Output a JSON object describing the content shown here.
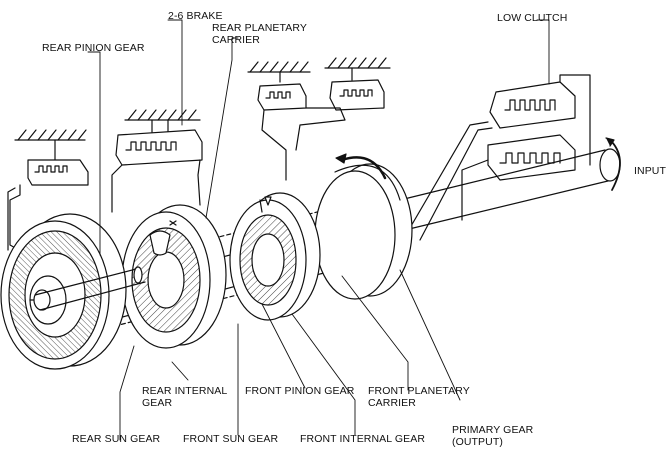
{
  "diagram": {
    "labels": {
      "brake_26": "2-6 BRAKE",
      "rear_pinion_gear": "REAR PINION GEAR",
      "rear_planetary_carrier_1": "REAR PLANETARY",
      "rear_planetary_carrier_2": "CARRIER",
      "low_clutch": "LOW CLUTCH",
      "input": "INPUT",
      "rear_internal_gear_1": "REAR INTERNAL",
      "rear_internal_gear_2": "GEAR",
      "front_pinion_gear": "FRONT PINION GEAR",
      "front_planetary_carrier_1": "FRONT PLANETARY",
      "front_planetary_carrier_2": "CARRIER",
      "rear_sun_gear": "REAR SUN GEAR",
      "front_sun_gear": "FRONT SUN GEAR",
      "front_internal_gear": "FRONT INTERNAL GEAR",
      "primary_gear_1": "PRIMARY GEAR",
      "primary_gear_2": "(OUTPUT)"
    },
    "colors": {
      "line": "#111111",
      "background": "#ffffff"
    }
  }
}
